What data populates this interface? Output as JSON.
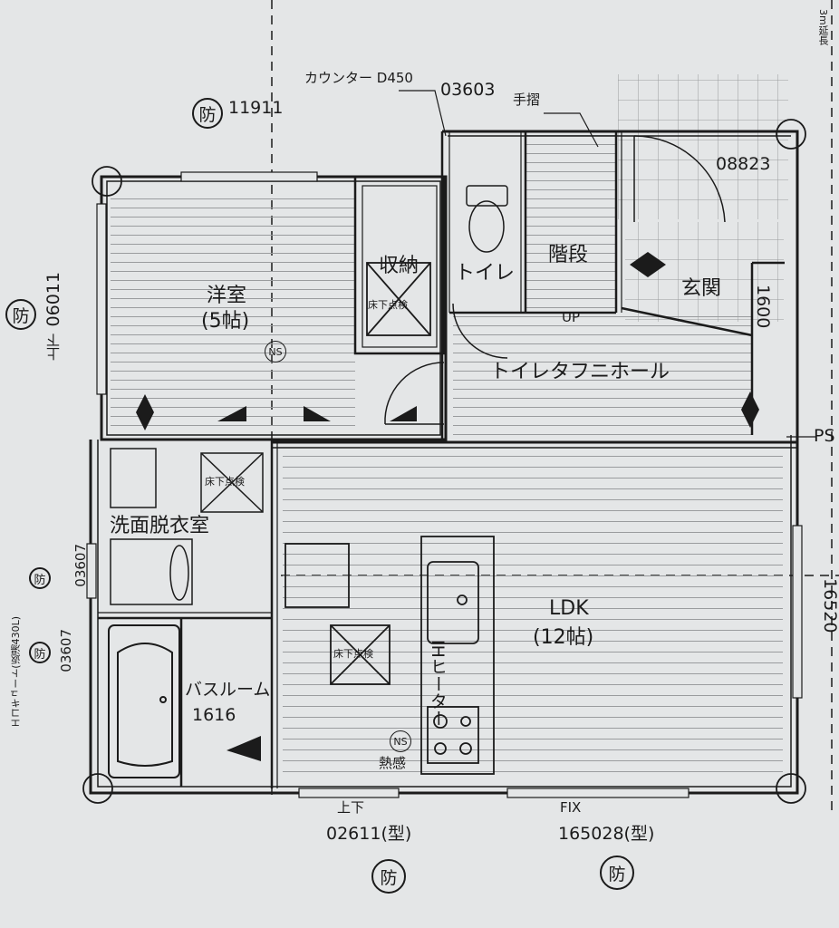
{
  "rooms": {
    "western_room": "洋室",
    "western_room_size": "(5帖)",
    "storage": "収納",
    "toilet": "トイレ",
    "stairs": "階段",
    "entrance": "玄関",
    "hall": "トイレタフニホール",
    "washroom": "洗面脱衣室",
    "bathroom": "バスルーム",
    "bathroom_size": "1616",
    "ldk": "LDK",
    "ldk_size": "(12帖)",
    "ih_heater": "IHヒーター"
  },
  "labels": {
    "counter": "カウンター D450",
    "handrail": "手摺",
    "window_03603": "03603",
    "window_11911": "11911",
    "door_08823": "08823",
    "entrance_1600": "1600",
    "up_stairs": "UP",
    "ps": "PS",
    "fix": "FIX",
    "updown": "上下",
    "window_06011": "06011",
    "window_02611": "02611(型)",
    "window_165028": "165028(型)",
    "window_16520": "16520",
    "ecocute": "エコキュート(返湯430L)",
    "window_03607_a": "03607",
    "window_03607_b": "03607",
    "ns": "NS",
    "heat_sensor": "熱感",
    "floor_hatch": "床下点検",
    "right_edge_partial": "3m延長",
    "bou": "防"
  },
  "icons": [
    "bou-circle-icon",
    "door-swing-icon",
    "ns-sensor-icon",
    "ih-burner-icon",
    "bathtub-icon",
    "toilet-icon",
    "sink-icon",
    "arrow-marker-icon",
    "diamond-marker-icon"
  ]
}
